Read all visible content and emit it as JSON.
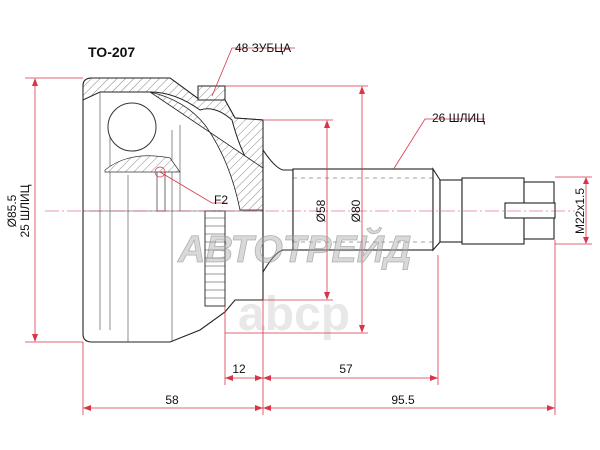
{
  "part_number": "TO-207",
  "labels": {
    "teeth": "48 ЗУБЦА",
    "outer_splines": "26 ШЛИЦ",
    "inner_diameter": "Ø85.5",
    "inner_splines": "25 ШЛИЦ",
    "ref": "F2",
    "d58": "Ø58",
    "d80": "Ø80",
    "thread": "M22x1.5",
    "len12": "12",
    "len57": "57",
    "len58": "58",
    "len95": "95.5"
  },
  "watermarks": [
    "АВТОТРЕЙД",
    "abcp"
  ],
  "colors": {
    "dimension": "#d9344a",
    "outline": "#222222"
  }
}
